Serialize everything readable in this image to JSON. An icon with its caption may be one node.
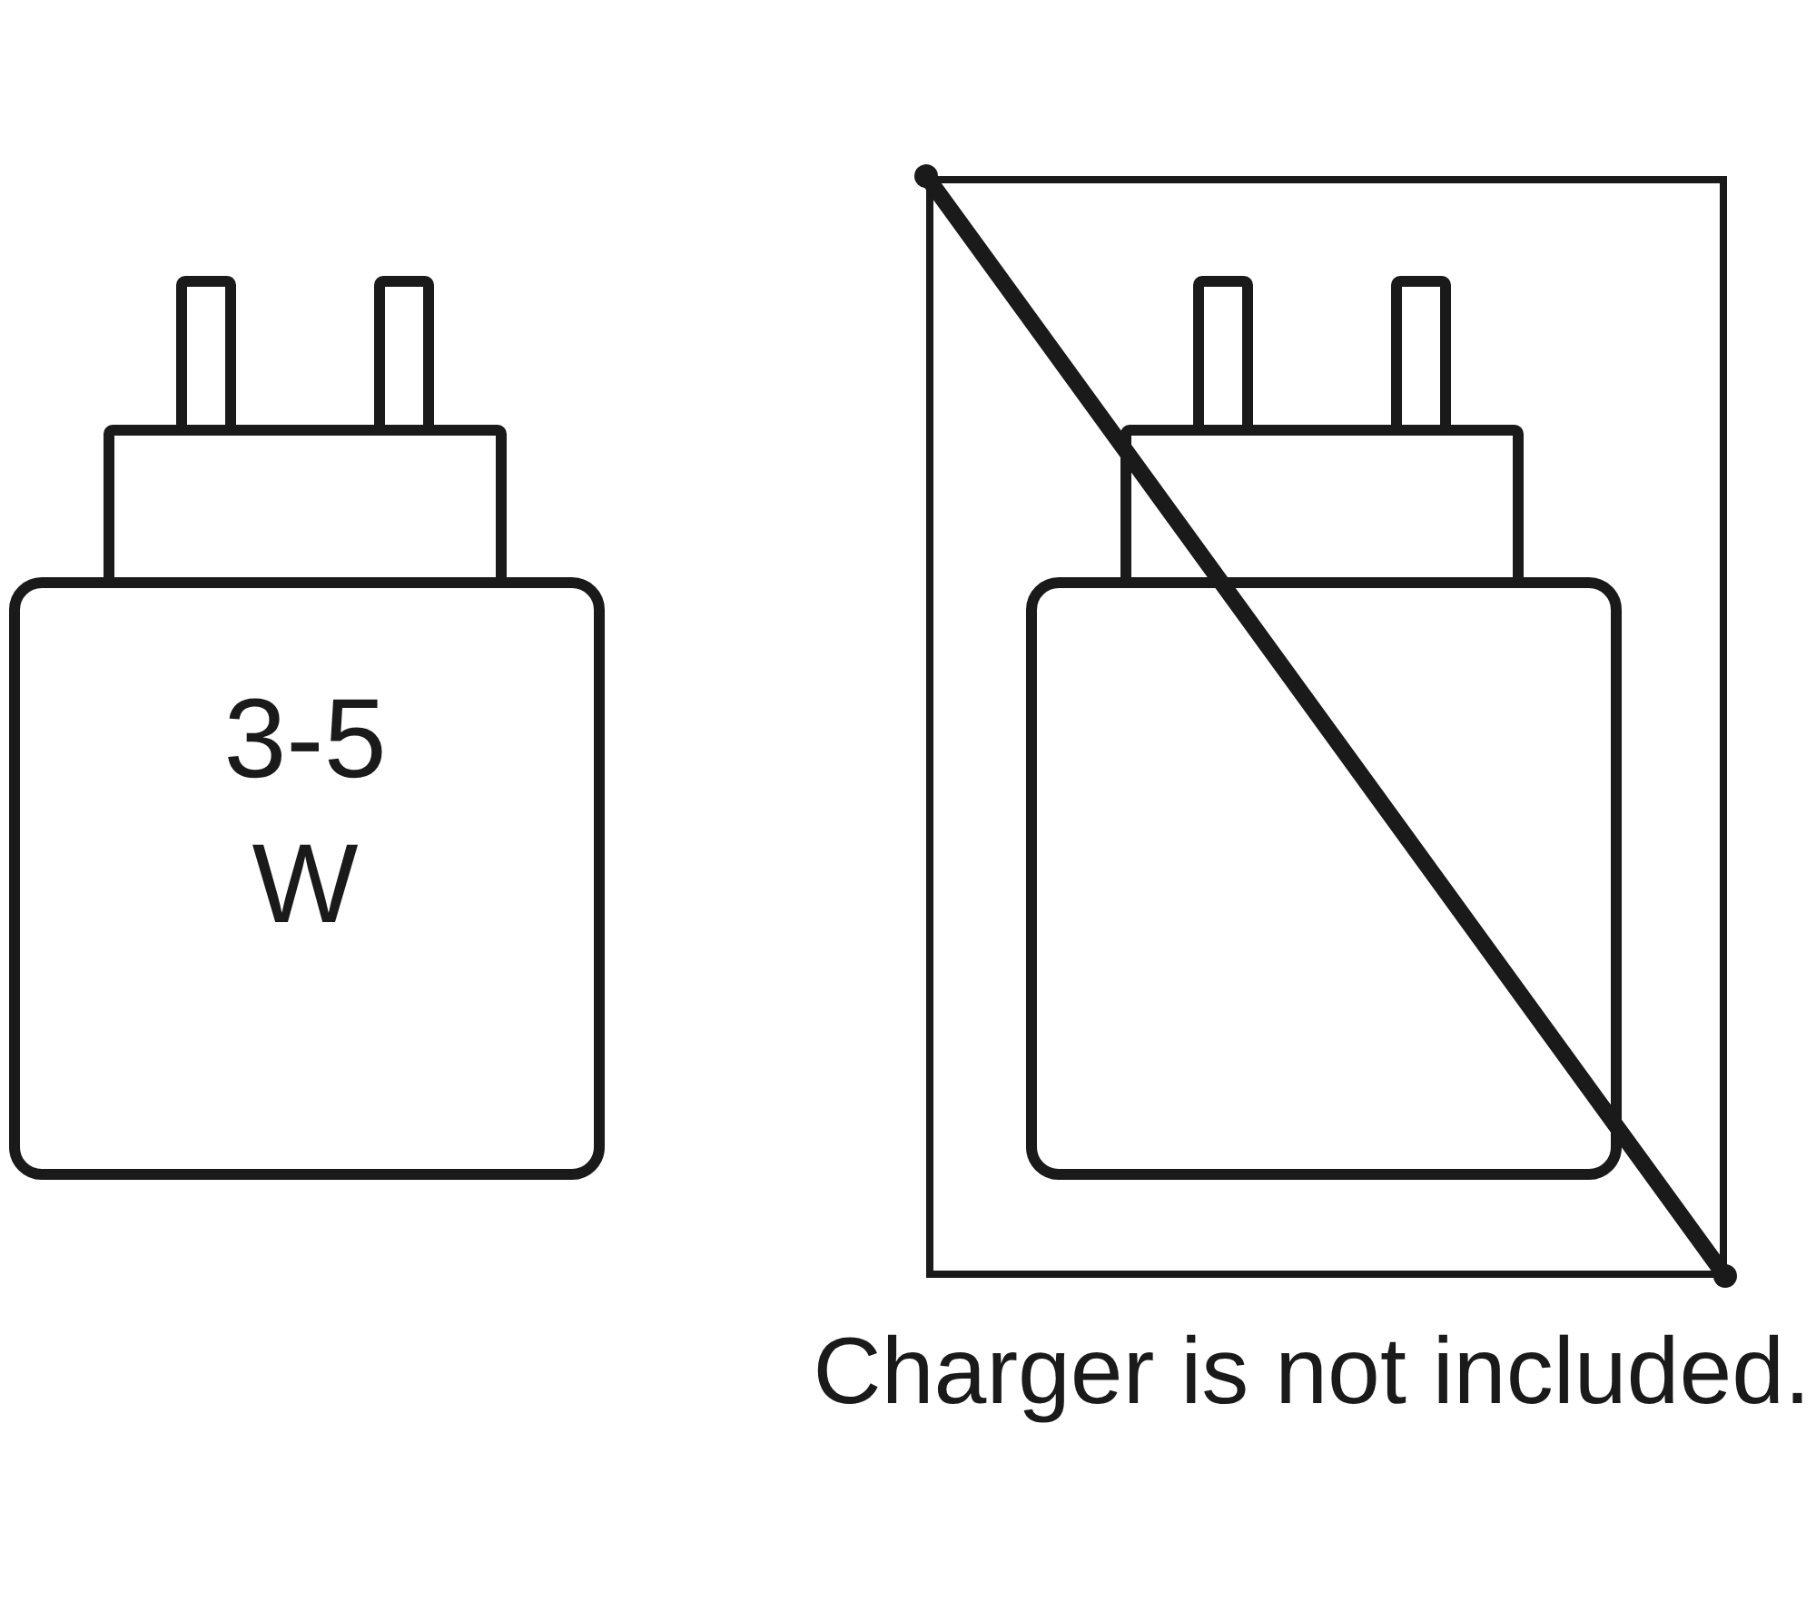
{
  "diagram": {
    "nodes": [
      {
        "text": [
          "3-5 W"
        ]
      },
      {
        "text": [],
        "shape": "box",
        "beside": [
          "Charger is not included."
        ]
      },
      {
        "text": [],
        "shape": "box",
        "in": 1
      }
    ]
  }
}
